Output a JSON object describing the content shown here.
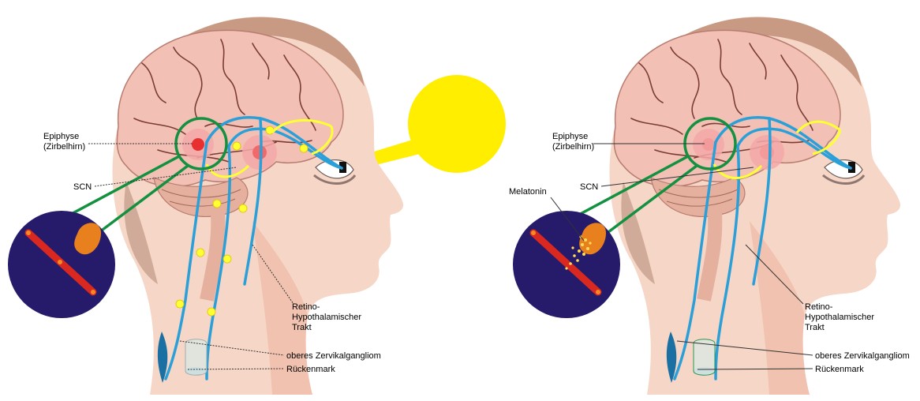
{
  "colors": {
    "skin": "#f6d6c6",
    "skin_shadow": "#eeb9a5",
    "hair": "#c89a83",
    "hair_dark": "#a9806b",
    "brain": "#f2c0b4",
    "brain_line": "#7a3c35",
    "cerebellum": "#e6b09f",
    "nerve_blue": "#2b9fd8",
    "nerve_dark": "#1a6fa3",
    "signal_yellow": "#ffff33",
    "sun": "#ffee00",
    "tract_green": "#139040",
    "inset_bg": "#261a6b",
    "vessel": "#d8281f",
    "gland_orange": "#e8801e",
    "leader": "#333333"
  },
  "left_panel": {
    "labels": {
      "epiphyse": "Epiphyse\n(Zirbelhirn)",
      "scn": "SCN",
      "tract": "Retino-\nHypothalamischer\nTrakt",
      "ganglion": "oberes Zervikalgangliom",
      "spinal": "Rückenmark"
    },
    "icons": [
      "sun-icon",
      "eye-icon",
      "pineal-gland-icon",
      "blood-vessel-icon"
    ]
  },
  "right_panel": {
    "labels": {
      "epiphyse": "Epiphyse\n(Zirbelhirn)",
      "melatonin": "Melatonin",
      "scn": "SCN",
      "tract": "Retino-\nHypothalamischer\nTrakt",
      "ganglion": "oberes Zervikalgangliom",
      "spinal": "Rückenmark"
    },
    "icons": [
      "eye-icon",
      "pineal-gland-icon",
      "blood-vessel-icon",
      "melatonin-particles-icon"
    ]
  }
}
